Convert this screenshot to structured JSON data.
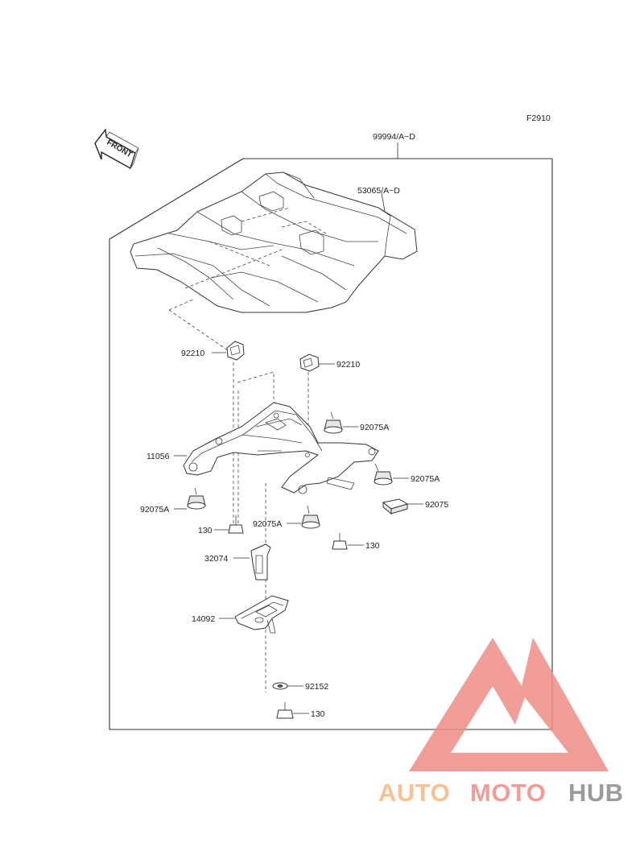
{
  "diagram": {
    "figure_code": "F2910",
    "front_label": "FRONT",
    "parts": [
      {
        "id": "assembly",
        "number": "99994/A~D"
      },
      {
        "id": "seat-cover",
        "number": "53065/A~D"
      },
      {
        "id": "nut-left",
        "number": "92210"
      },
      {
        "id": "nut-right",
        "number": "92210"
      },
      {
        "id": "damper-upper-right",
        "number": "92075A"
      },
      {
        "id": "bracket",
        "number": "11056"
      },
      {
        "id": "damper-right",
        "number": "92075A"
      },
      {
        "id": "damper-left",
        "number": "92075A"
      },
      {
        "id": "damper-pad",
        "number": "92075"
      },
      {
        "id": "bolt-left",
        "number": "130"
      },
      {
        "id": "damper-center",
        "number": "92075A"
      },
      {
        "id": "bolt-right",
        "number": "130"
      },
      {
        "id": "plate",
        "number": "32074"
      },
      {
        "id": "lock-bracket",
        "number": "14092"
      },
      {
        "id": "washer",
        "number": "92152"
      },
      {
        "id": "bolt-bottom",
        "number": "130"
      }
    ]
  },
  "watermark": {
    "part1": "AUTO",
    "part2": "MOTO",
    "part3": "HUB",
    "color_light": "#f7b77c",
    "color_red": "#ef8c86",
    "color_dark": "#8a8a8a"
  }
}
